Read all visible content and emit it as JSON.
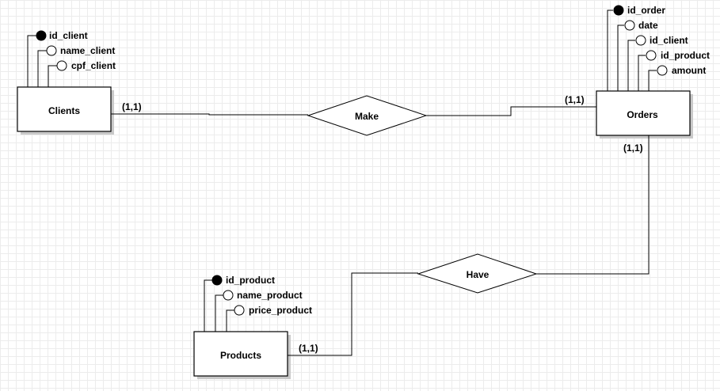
{
  "entities": {
    "clients": {
      "name": "Clients",
      "attributes": [
        {
          "name": "id_client",
          "key": true
        },
        {
          "name": "name_client",
          "key": false
        },
        {
          "name": "cpf_client",
          "key": false
        }
      ]
    },
    "orders": {
      "name": "Orders",
      "attributes": [
        {
          "name": "id_order",
          "key": true
        },
        {
          "name": "date",
          "key": false
        },
        {
          "name": "id_client",
          "key": false
        },
        {
          "name": "id_product",
          "key": false
        },
        {
          "name": "amount",
          "key": false
        }
      ]
    },
    "products": {
      "name": "Products",
      "attributes": [
        {
          "name": "id_product",
          "key": true
        },
        {
          "name": "name_product",
          "key": false
        },
        {
          "name": "price_product",
          "key": false
        }
      ]
    }
  },
  "relationships": {
    "make": {
      "name": "Make",
      "card_clients": "(1,1)",
      "card_orders": "(1,1)"
    },
    "have": {
      "name": "Have",
      "card_orders": "(1,1)",
      "card_products": "(1,1)"
    }
  }
}
